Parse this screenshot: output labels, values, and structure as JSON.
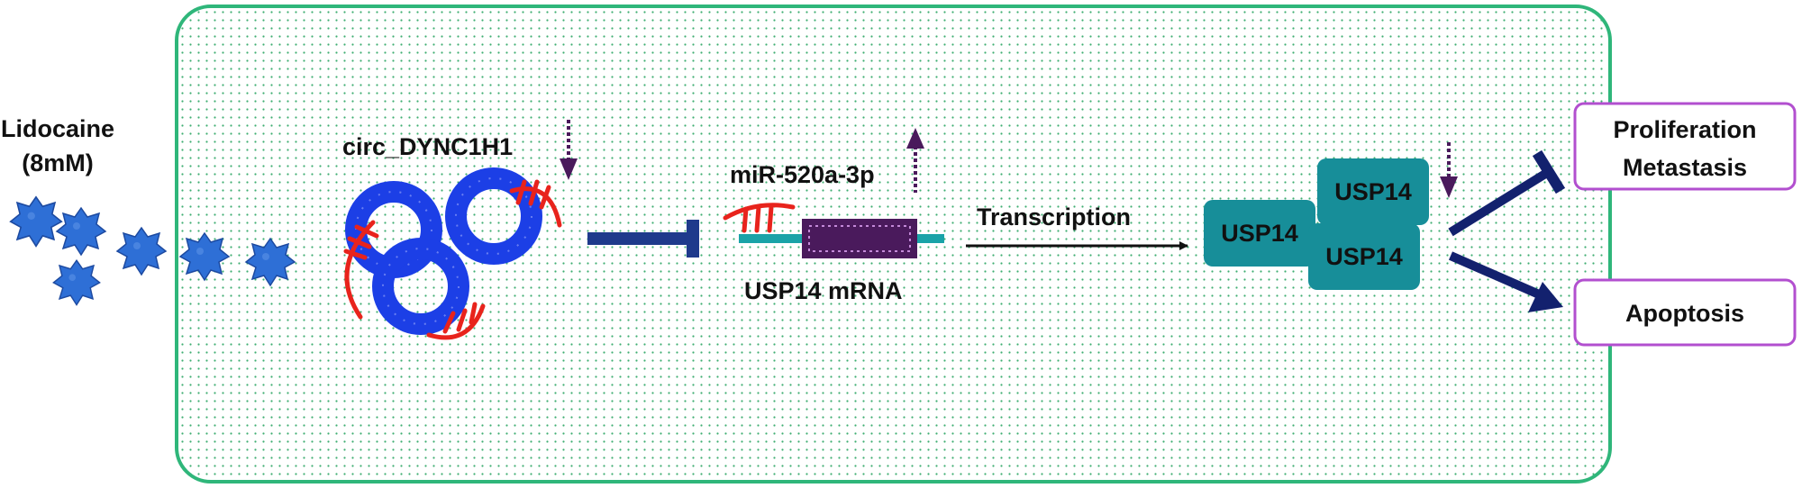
{
  "stimulus": {
    "name": "Lidocaine",
    "dose": "(8mM)"
  },
  "circ": {
    "label": "circ_DYNC1H1"
  },
  "mirna": {
    "label": "miR-520a-3p"
  },
  "mrna": {
    "label": "USP14 mRNA"
  },
  "transcription": {
    "label": "Transcription"
  },
  "protein": {
    "labels": [
      "USP14",
      "USP14",
      "USP14"
    ]
  },
  "outcomes": {
    "proliferation": "Proliferation",
    "metastasis": "Metastasis",
    "apoptosis": "Apoptosis"
  },
  "colors": {
    "cell_border": "#2fb67a",
    "cell_dot": "#3fae72",
    "circ_rna": "#1c3fe6",
    "mirna": "#e8231c",
    "inhibit_bar": "#1f3a8c",
    "mrna_box": "#4a1a5c",
    "mrna_line": "#1aa3a8",
    "protein": "#178e99",
    "down_arrow": "#4a1a5c",
    "outcome_border": "#b24fcf",
    "effect_arrow": "#13216e",
    "drug": "#2e6fd6"
  },
  "icons": [
    "lidocaine-molecule-icon",
    "circrna-ring-icon",
    "mirna-hairpin-icon",
    "down-regulation-arrow-icon",
    "up-regulation-arrow-icon",
    "inhibition-arrow-icon",
    "activation-arrow-icon"
  ]
}
